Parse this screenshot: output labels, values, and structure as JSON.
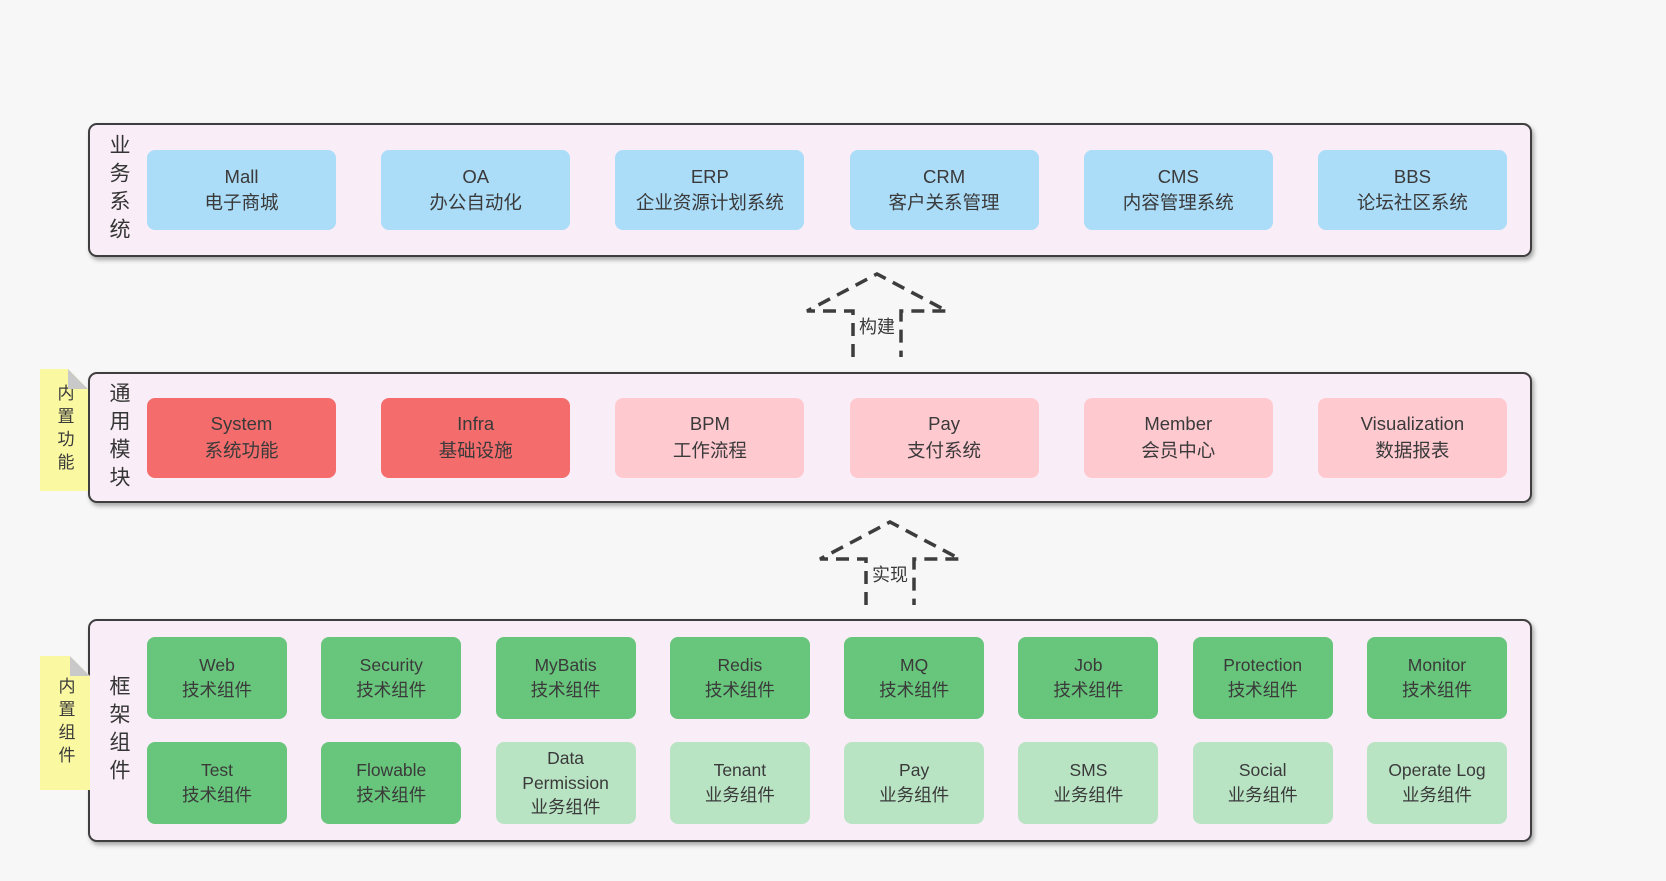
{
  "diagram": {
    "colors": {
      "blue": "#ABDCF8",
      "red": "#F56C6C",
      "pink": "#FFC9D0",
      "green": "#68C57C",
      "lightgreen": "#B9E4C4",
      "sticky_yellow": "#FBF8A2",
      "container_bg": "#F9EEF7"
    },
    "arrows": [
      {
        "label": "构建"
      },
      {
        "label": "实现"
      }
    ],
    "sections": [
      {
        "label": "业务系统",
        "sticky": null,
        "rows": [
          [
            {
              "name": "Mall",
              "desc": "电子商城",
              "variant": "blue"
            },
            {
              "name": "OA",
              "desc": "办公自动化",
              "variant": "blue"
            },
            {
              "name": "ERP",
              "desc": "企业资源计划系统",
              "variant": "blue"
            },
            {
              "name": "CRM",
              "desc": "客户关系管理",
              "variant": "blue"
            },
            {
              "name": "CMS",
              "desc": "内容管理系统",
              "variant": "blue"
            },
            {
              "name": "BBS",
              "desc": "论坛社区系统",
              "variant": "blue"
            }
          ]
        ]
      },
      {
        "label": "通用模块",
        "sticky": "内置功能",
        "rows": [
          [
            {
              "name": "System",
              "desc": "系统功能",
              "variant": "red"
            },
            {
              "name": "Infra",
              "desc": "基础设施",
              "variant": "red"
            },
            {
              "name": "BPM",
              "desc": "工作流程",
              "variant": "pink"
            },
            {
              "name": "Pay",
              "desc": "支付系统",
              "variant": "pink"
            },
            {
              "name": "Member",
              "desc": "会员中心",
              "variant": "pink"
            },
            {
              "name": "Visualization",
              "desc": "数据报表",
              "variant": "pink"
            }
          ]
        ]
      },
      {
        "label": "框架组件",
        "sticky": "内置组件",
        "rows": [
          [
            {
              "name": "Web",
              "desc": "技术组件",
              "variant": "green"
            },
            {
              "name": "Security",
              "desc": "技术组件",
              "variant": "green"
            },
            {
              "name": "MyBatis",
              "desc": "技术组件",
              "variant": "green"
            },
            {
              "name": "Redis",
              "desc": "技术组件",
              "variant": "green"
            },
            {
              "name": "MQ",
              "desc": "技术组件",
              "variant": "green"
            },
            {
              "name": "Job",
              "desc": "技术组件",
              "variant": "green"
            },
            {
              "name": "Protection",
              "desc": "技术组件",
              "variant": "green"
            },
            {
              "name": "Monitor",
              "desc": "技术组件",
              "variant": "green"
            }
          ],
          [
            {
              "name": "Test",
              "desc": "技术组件",
              "variant": "green"
            },
            {
              "name": "Flowable",
              "desc": "技术组件",
              "variant": "green"
            },
            {
              "name": "Data Permission",
              "desc": "业务组件",
              "variant": "lightgreen"
            },
            {
              "name": "Tenant",
              "desc": "业务组件",
              "variant": "lightgreen"
            },
            {
              "name": "Pay",
              "desc": "业务组件",
              "variant": "lightgreen"
            },
            {
              "name": "SMS",
              "desc": "业务组件",
              "variant": "lightgreen"
            },
            {
              "name": "Social",
              "desc": "业务组件",
              "variant": "lightgreen"
            },
            {
              "name": "Operate Log",
              "desc": "业务组件",
              "variant": "lightgreen"
            }
          ]
        ]
      }
    ]
  }
}
